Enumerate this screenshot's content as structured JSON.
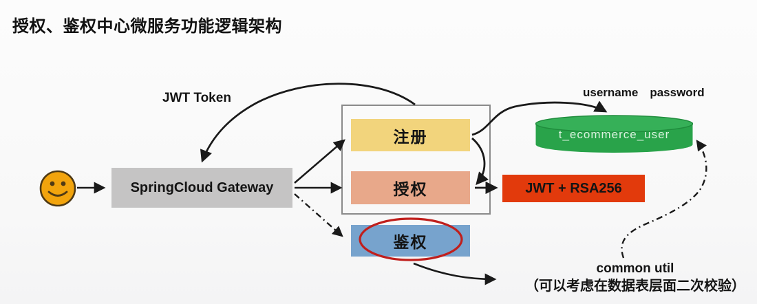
{
  "title": "授权、鉴权中心微服务功能逻辑架构",
  "nodes": {
    "gateway": {
      "label": "SpringCloud Gateway"
    },
    "register": {
      "label": "注册"
    },
    "authorize": {
      "label": "授权"
    },
    "authenticate": {
      "label": "鉴权"
    },
    "jwt_rsa": {
      "label": "JWT + RSA256"
    },
    "user_table": {
      "label": "t_ecommerce_user"
    }
  },
  "labels": {
    "jwt_token": "JWT Token",
    "username": "username",
    "password": "password",
    "common_util_line1": "common util",
    "common_util_line2": "（可以考虑在数据表层面二次校验）"
  },
  "icons": {
    "actor": "smiley-face-icon",
    "database": "database-cylinder-icon"
  },
  "colors": {
    "gateway_bg": "#c5c4c4",
    "register_bg": "#f2d47c",
    "authorize_bg": "#e8a88a",
    "authenticate_bg": "#77a3cd",
    "jwt_bg": "#e23a0c",
    "db_body": "#29a34a",
    "db_top": "#36b058",
    "db_rim": "#1f8c3c",
    "db_text": "#d9f2de",
    "highlight_ellipse": "#c01f1c",
    "smiley_fill": "#f2a40d",
    "smiley_feature": "#4f3a15",
    "arrow": "#1a1a1a",
    "container_border": "#8a8a8a"
  }
}
